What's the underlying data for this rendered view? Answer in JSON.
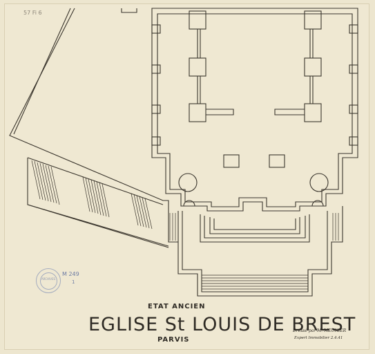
{
  "drawing": {
    "reference_top": "57 Fi 6",
    "state_label": "ETAT ANCIEN",
    "title": "EGLISE St LOUIS DE BREST",
    "subtitle": "PARVIS",
    "author_line1": "Dressé par M. MEUNIER",
    "author_line2": "Expert Immobilier  2.4.41",
    "stamp_text": "ARCHIVES",
    "archive_code": "M 249",
    "archive_sub": "1"
  },
  "colors": {
    "paper": "#ede6cf",
    "ink": "#2e2a24",
    "stamp": "#6d7ba3"
  }
}
